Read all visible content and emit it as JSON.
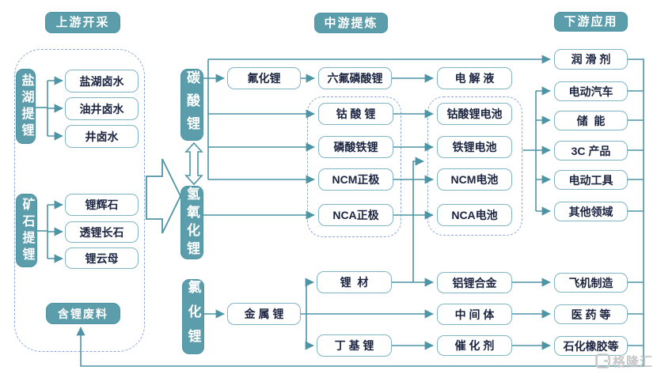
{
  "headers": {
    "upstream": "上游开采",
    "midstream": "中游提炼",
    "downstream": "下游应用"
  },
  "upstream": {
    "salt_lake": {
      "label": "盐湖提锂",
      "items": [
        "盐湖卤水",
        "油井卤水",
        "井卤水"
      ]
    },
    "ore": {
      "label": "矿石提锂",
      "items": [
        "锂辉石",
        "透锂长石",
        "锂云母"
      ]
    },
    "waste": "含锂废料"
  },
  "midstream": {
    "lithium_carbonate": "碳酸锂",
    "lithium_hydroxide": "氢氧化锂",
    "lithium_chloride": "氯化锂",
    "lithium_fluoride": "氟化锂",
    "lipf6": "六氟磷酸锂",
    "electrolyte": "电 解 液",
    "cathodes": [
      "钴 酸 锂",
      "磷酸铁锂",
      "NCM正极",
      "NCA正极"
    ],
    "batteries": [
      "钴酸锂电池",
      "铁锂电池",
      "NCM电池",
      "NCA电池"
    ],
    "lithium_metal": "金 属 锂",
    "lithium_material": "锂  材",
    "butyllithium": "丁 基 锂",
    "al_li_alloy": "铝锂合金",
    "intermediate": "中 间 体",
    "catalyst": "催 化 剂"
  },
  "downstream": {
    "lubricant": "润 滑 剂",
    "applications": [
      "电动汽车",
      "储  能",
      "3C 产品",
      "电动工具",
      "其他领域"
    ],
    "aircraft": "飞机制造",
    "pharma": "医 药 等",
    "petrochemical": "石化橡胶等"
  },
  "watermark": "格隆汇",
  "colors": {
    "teal_fill": "#5c9dac",
    "line_teal": "#4d94a5",
    "box_border": "#7fb5c2",
    "dash_border": "#8fa9d6",
    "dark_text": "#1b2440",
    "watermark_gray": "#c7c7c7"
  }
}
